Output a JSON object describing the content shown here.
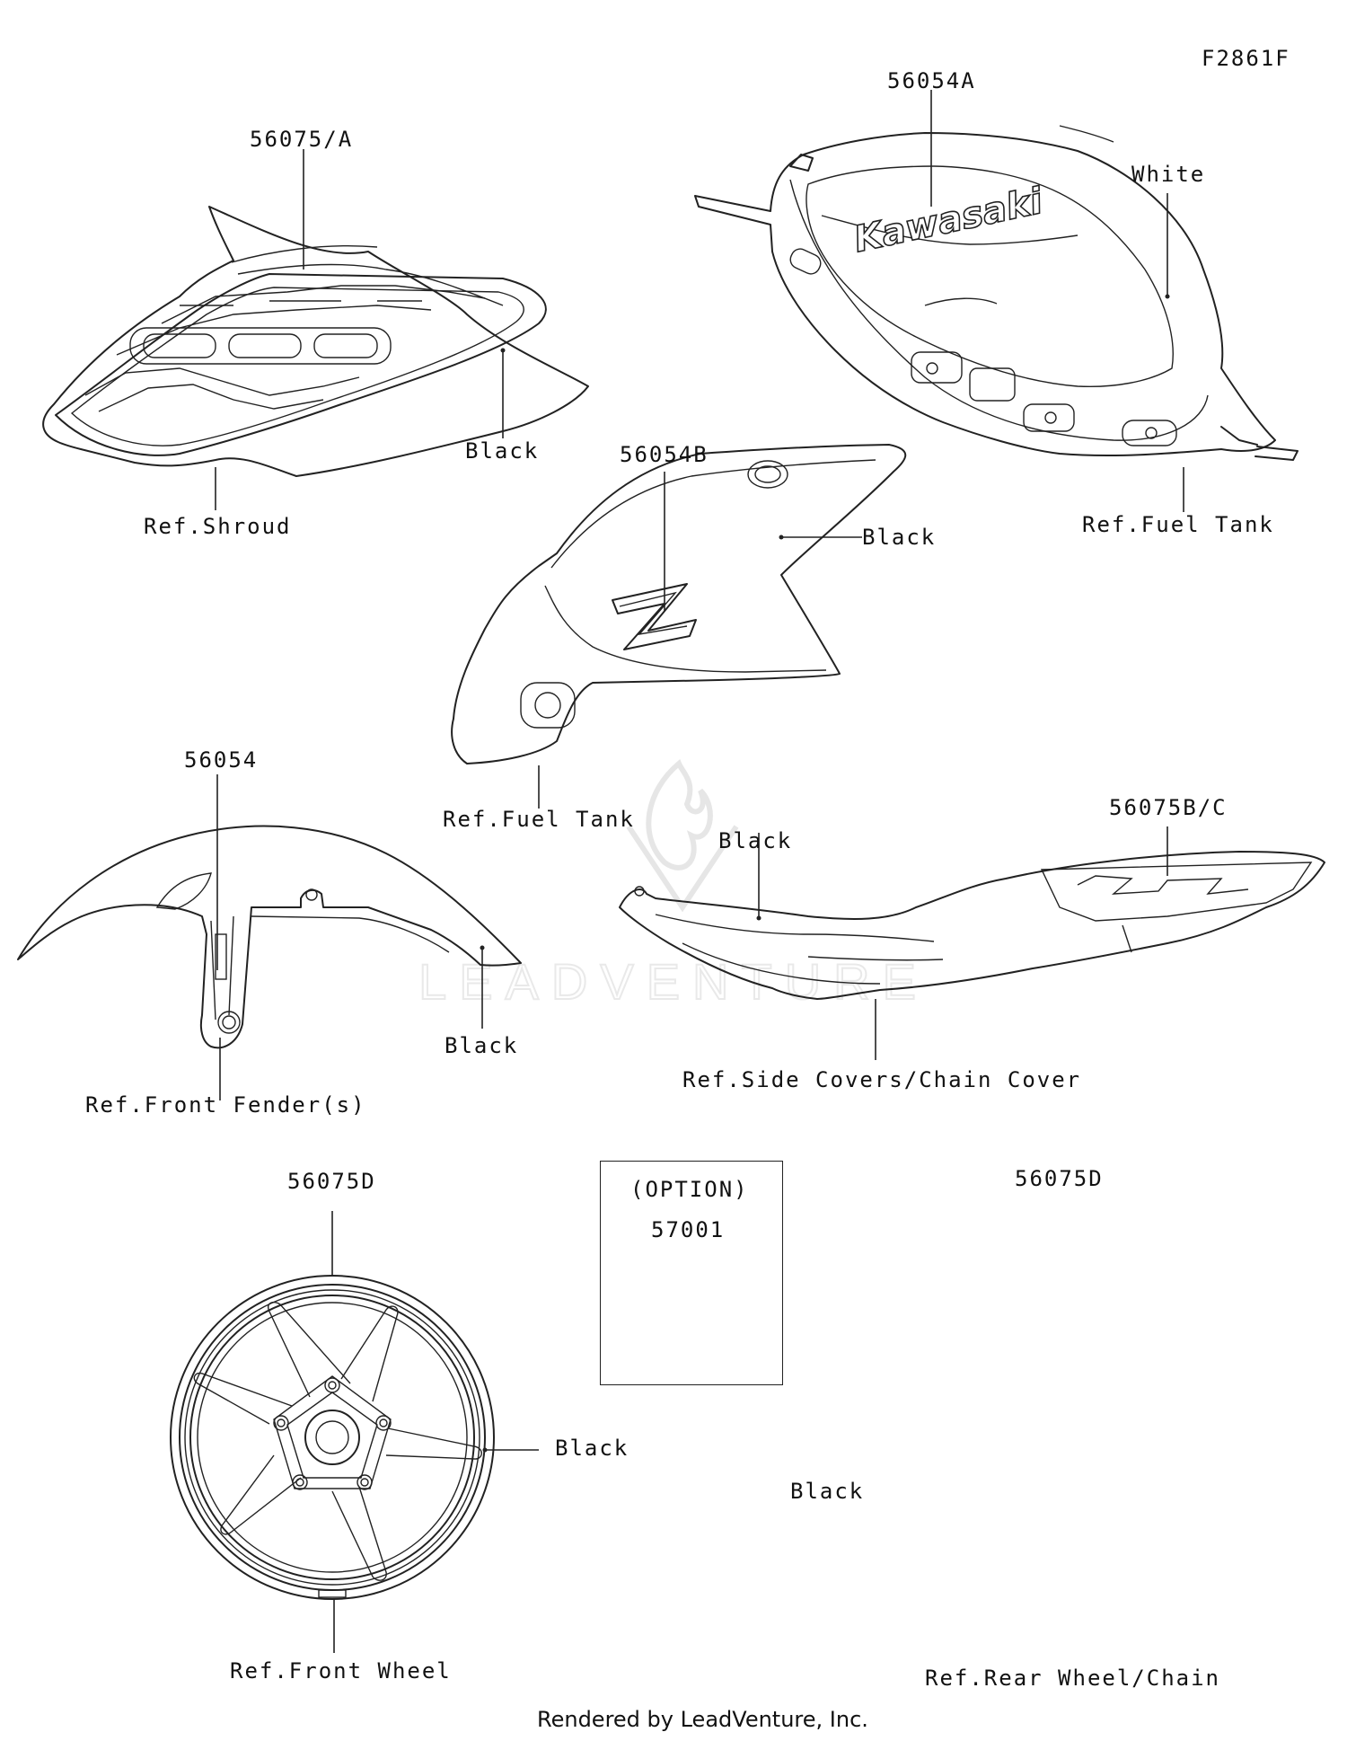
{
  "figure_code": "F2861F",
  "footer": "Rendered by LeadVenture, Inc.",
  "watermark_text": "LEADVENTURE",
  "labels": {
    "shroud_part": "56075/A",
    "shroud_color": "Black",
    "shroud_ref": "Ref.Shroud",
    "tank_part": "56054A",
    "tank_color": "White",
    "tank_ref": "Ref.Fuel Tank",
    "tank_logo": "Kawasaki",
    "side_part": "56054B",
    "side_color": "Black",
    "side_ref": "Ref.Fuel Tank",
    "fender_part": "56054",
    "fender_color": "Black",
    "fender_ref": "Ref.Front Fender(s)",
    "cover_part": "56075B/C",
    "cover_color": "Black",
    "cover_ref": "Ref.Side Covers/Chain Cover",
    "front_wheel_part": "56075D",
    "front_wheel_color": "Black",
    "front_wheel_ref": "Ref.Front Wheel",
    "option_title": "(OPTION)",
    "option_part": "57001",
    "rear_wheel_part": "56075D",
    "rear_wheel_color": "Black",
    "rear_wheel_ref": "Ref.Rear Wheel/Chain"
  },
  "colors": {
    "line": "#222222",
    "background": "#ffffff",
    "watermark": "#e6e6e6"
  }
}
